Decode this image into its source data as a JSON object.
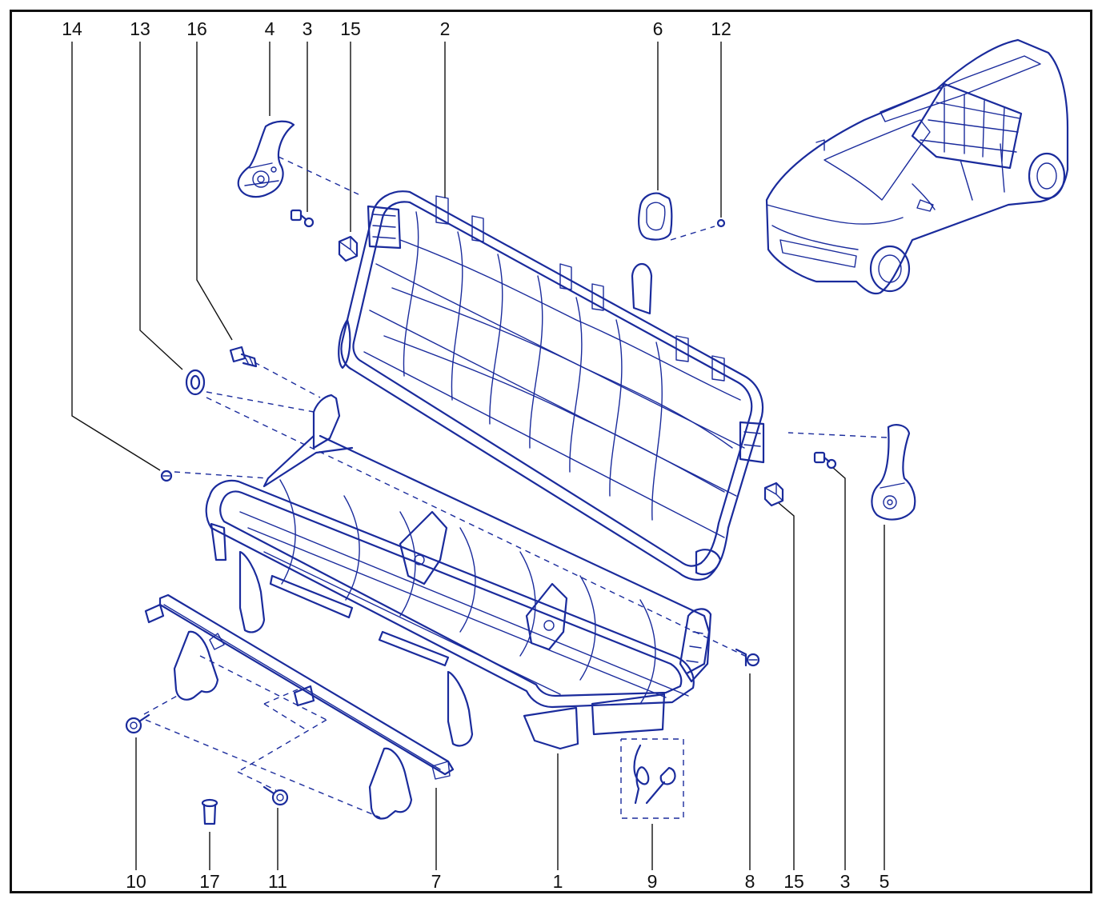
{
  "colors": {
    "ink": "#1a2b9c",
    "label": "#111111",
    "frame": "#111111",
    "background": "#ffffff"
  },
  "callouts": {
    "top": [
      "14",
      "13",
      "16",
      "4",
      "3",
      "15",
      "2",
      "6",
      "12"
    ],
    "bottom": [
      "10",
      "17",
      "11",
      "7",
      "1",
      "9",
      "8",
      "15",
      "3",
      "5"
    ]
  },
  "illustrations": [
    "rear-bench-seat-exploded-view",
    "vehicle-location-view"
  ]
}
